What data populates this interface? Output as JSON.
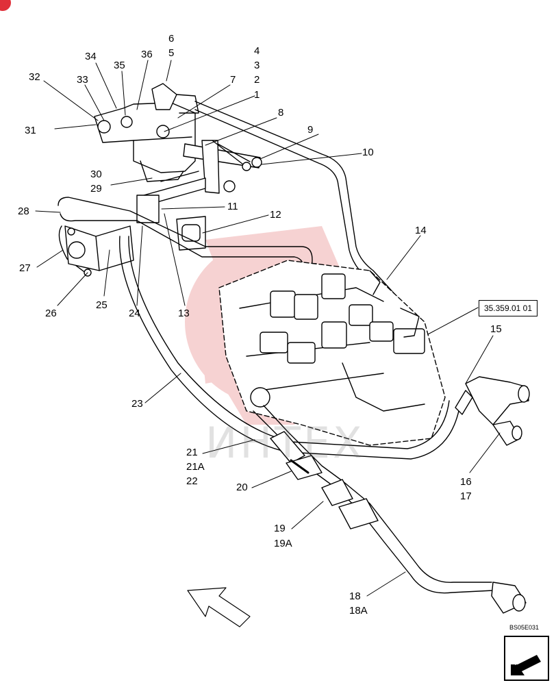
{
  "diagram": {
    "callouts": [
      {
        "id": "c34",
        "text": "34"
      },
      {
        "id": "c35",
        "text": "35"
      },
      {
        "id": "c36",
        "text": "36"
      },
      {
        "id": "c6",
        "text": "6"
      },
      {
        "id": "c5",
        "text": "5"
      },
      {
        "id": "c4",
        "text": "4"
      },
      {
        "id": "c3",
        "text": "3"
      },
      {
        "id": "c2",
        "text": "2"
      },
      {
        "id": "c7",
        "text": "7"
      },
      {
        "id": "c1",
        "text": "1"
      },
      {
        "id": "c32",
        "text": "32"
      },
      {
        "id": "c33",
        "text": "33"
      },
      {
        "id": "c8",
        "text": "8"
      },
      {
        "id": "c31",
        "text": "31"
      },
      {
        "id": "c9",
        "text": "9"
      },
      {
        "id": "c10",
        "text": "10"
      },
      {
        "id": "c30",
        "text": "30"
      },
      {
        "id": "c29",
        "text": "29"
      },
      {
        "id": "c28",
        "text": "28"
      },
      {
        "id": "c11",
        "text": "11"
      },
      {
        "id": "c12",
        "text": "12"
      },
      {
        "id": "c14",
        "text": "14"
      },
      {
        "id": "c27",
        "text": "27"
      },
      {
        "id": "c25",
        "text": "25"
      },
      {
        "id": "c26",
        "text": "26"
      },
      {
        "id": "c24",
        "text": "24"
      },
      {
        "id": "c13",
        "text": "13"
      },
      {
        "id": "c15",
        "text": "15"
      },
      {
        "id": "c23",
        "text": "23"
      },
      {
        "id": "c21",
        "text": "21"
      },
      {
        "id": "c21a",
        "text": "21A"
      },
      {
        "id": "c22",
        "text": "22"
      },
      {
        "id": "c20",
        "text": "20"
      },
      {
        "id": "c16",
        "text": "16"
      },
      {
        "id": "c17",
        "text": "17"
      },
      {
        "id": "c19",
        "text": "19"
      },
      {
        "id": "c19a",
        "text": "19A"
      },
      {
        "id": "c18",
        "text": "18"
      },
      {
        "id": "c18a",
        "text": "18A"
      }
    ],
    "reference_box": "35.359.01 01",
    "image_code": "BS05E031",
    "watermark": "ИНТЕХ"
  }
}
